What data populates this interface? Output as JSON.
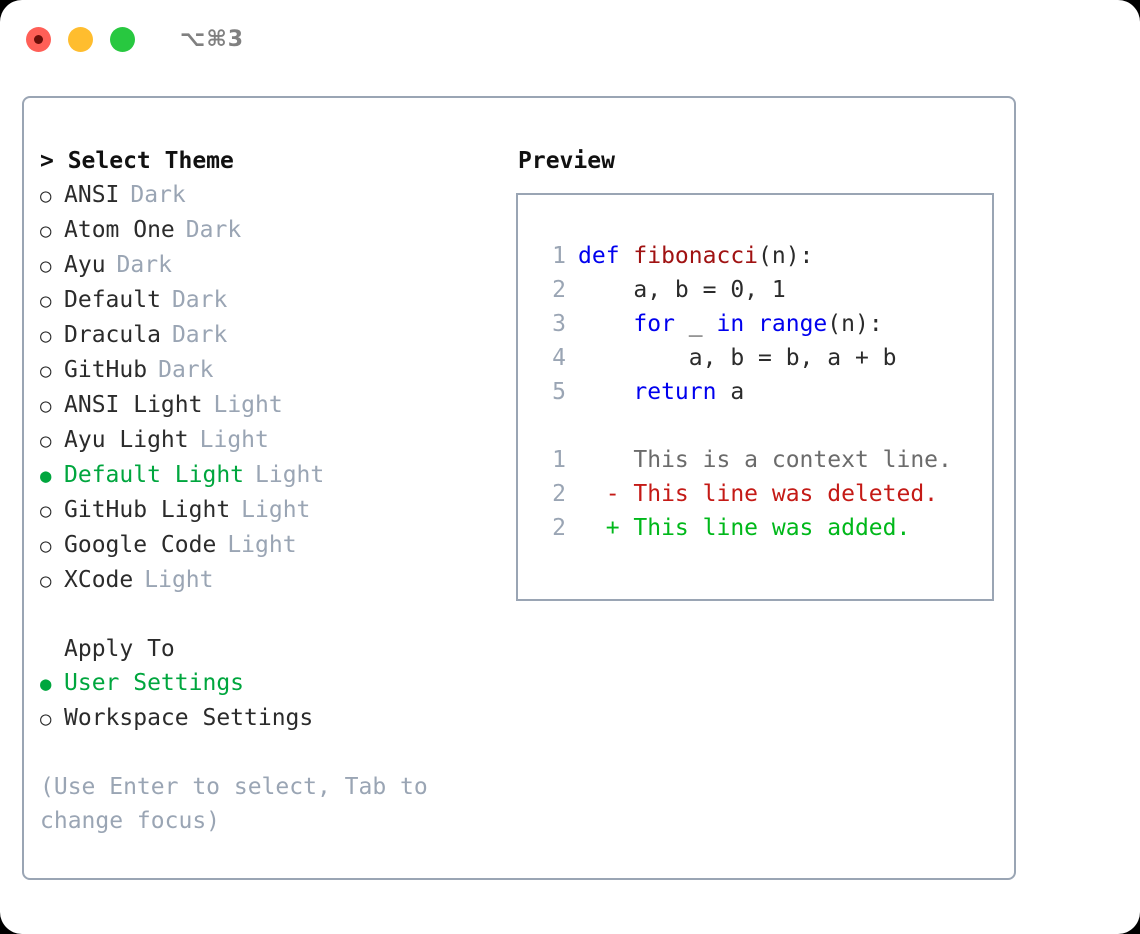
{
  "window": {
    "shortcut": "⌥⌘3",
    "traffic_lights": [
      {
        "name": "close",
        "color": "#ff5f57"
      },
      {
        "name": "minimize",
        "color": "#ffbd2e"
      },
      {
        "name": "maximize",
        "color": "#28c840"
      }
    ]
  },
  "theme_panel": {
    "title": "> Select Theme",
    "selected_marker": "●",
    "unselected_marker": "○",
    "items": [
      {
        "label": "ANSI",
        "tag": "Dark",
        "selected": false
      },
      {
        "label": "Atom One",
        "tag": "Dark",
        "selected": false
      },
      {
        "label": "Ayu",
        "tag": "Dark",
        "selected": false
      },
      {
        "label": "Default",
        "tag": "Dark",
        "selected": false
      },
      {
        "label": "Dracula",
        "tag": "Dark",
        "selected": false
      },
      {
        "label": "GitHub",
        "tag": "Dark",
        "selected": false
      },
      {
        "label": "ANSI Light",
        "tag": "Light",
        "selected": false
      },
      {
        "label": "Ayu Light",
        "tag": "Light",
        "selected": false
      },
      {
        "label": "Default Light",
        "tag": "Light",
        "selected": true
      },
      {
        "label": "GitHub Light",
        "tag": "Light",
        "selected": false
      },
      {
        "label": "Google Code",
        "tag": "Light",
        "selected": false
      },
      {
        "label": "XCode",
        "tag": "Light",
        "selected": false
      }
    ]
  },
  "apply_to": {
    "heading": "Apply To",
    "options": [
      {
        "label": "User Settings",
        "selected": true
      },
      {
        "label": "Workspace Settings",
        "selected": false
      }
    ]
  },
  "hint": "(Use Enter to select, Tab to change focus)",
  "preview": {
    "title": "Preview",
    "code_lines": [
      {
        "no": "1",
        "parts": [
          {
            "t": "def ",
            "c": "kw"
          },
          {
            "t": "fibonacci",
            "c": "fn"
          },
          {
            "t": "(n):",
            "c": "plain"
          }
        ]
      },
      {
        "no": "2",
        "parts": [
          {
            "t": "    a, b = 0, 1",
            "c": "plain"
          }
        ]
      },
      {
        "no": "3",
        "parts": [
          {
            "t": "    ",
            "c": "plain"
          },
          {
            "t": "for",
            "c": "kw"
          },
          {
            "t": " _ ",
            "c": "plain"
          },
          {
            "t": "in",
            "c": "kw"
          },
          {
            "t": " ",
            "c": "plain"
          },
          {
            "t": "range",
            "c": "kw"
          },
          {
            "t": "(n):",
            "c": "plain"
          }
        ]
      },
      {
        "no": "4",
        "parts": [
          {
            "t": "        a, b = b, a + b",
            "c": "plain"
          }
        ]
      },
      {
        "no": "5",
        "parts": [
          {
            "t": "    ",
            "c": "plain"
          },
          {
            "t": "return",
            "c": "kw"
          },
          {
            "t": " a",
            "c": "plain"
          }
        ]
      }
    ],
    "diff_lines": [
      {
        "no": "1",
        "marker": " ",
        "text": "This is a context line.",
        "kind": "context"
      },
      {
        "no": "2",
        "marker": "-",
        "text": "This line was deleted.",
        "kind": "deleted"
      },
      {
        "no": "2",
        "marker": "+",
        "text": "This line was added.",
        "kind": "added"
      }
    ]
  },
  "colors": {
    "accent_green": "#00a63e",
    "muted": "#9aa5b4",
    "keyword_blue": "#0000ee",
    "function_red": "#a01212",
    "diff_deleted": "#c41a16",
    "diff_added": "#00b81a",
    "border": "#9aa5b4"
  }
}
